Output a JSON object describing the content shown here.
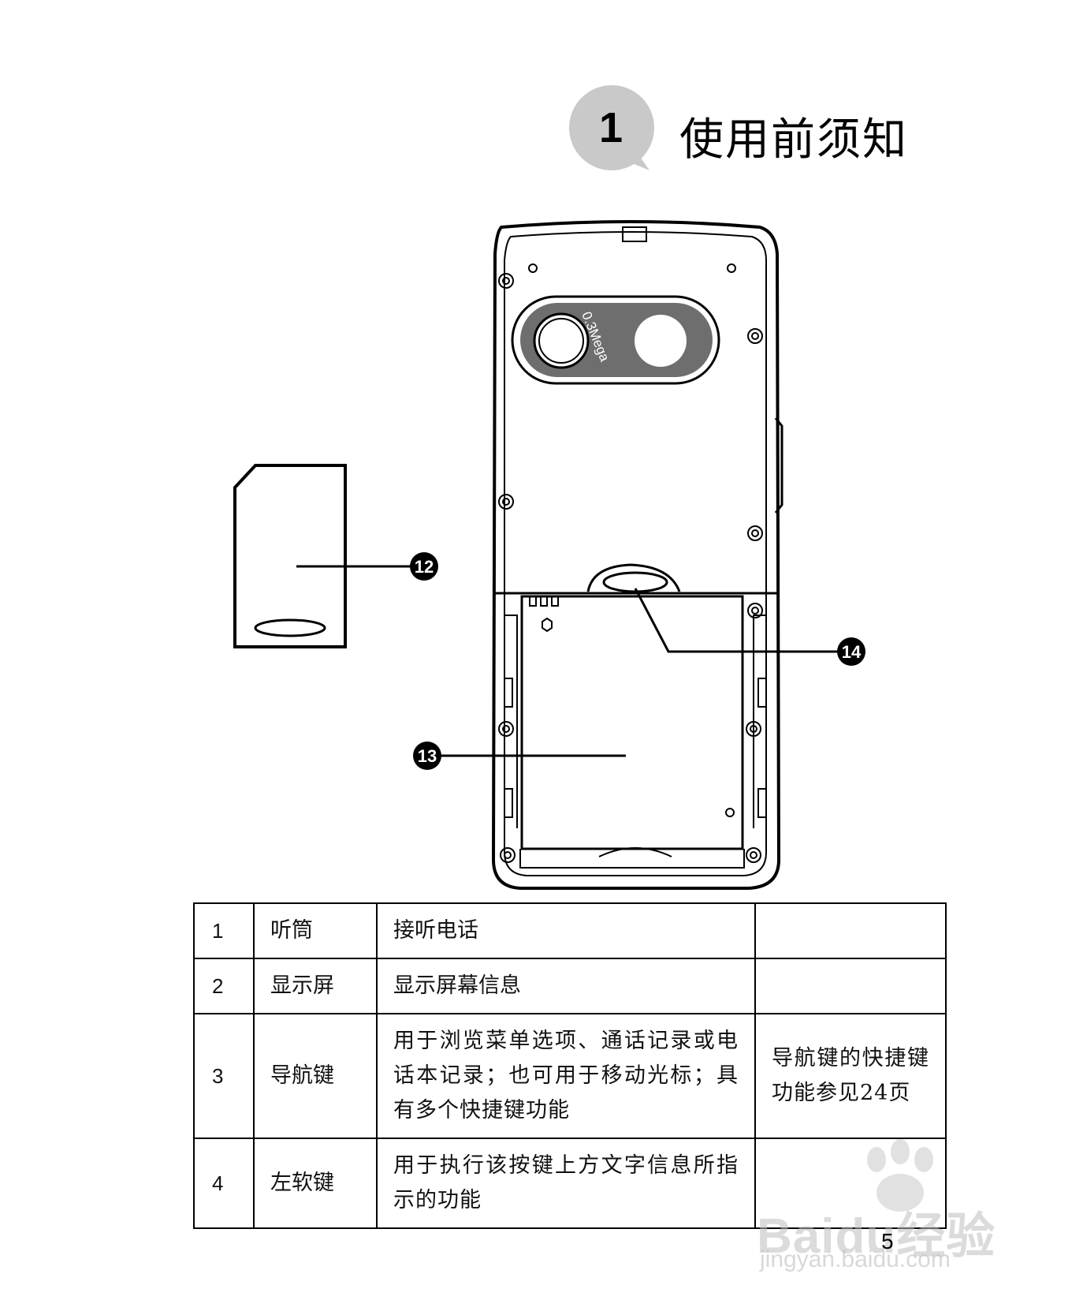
{
  "header": {
    "chapter_number": "1",
    "chapter_title": "使用前须知"
  },
  "figure": {
    "camera_label": "0.3Mega",
    "callouts": [
      "12",
      "13",
      "14"
    ]
  },
  "table": {
    "rows": [
      {
        "num": "1",
        "name": "听筒",
        "desc": "接听电话",
        "note": ""
      },
      {
        "num": "2",
        "name": "显示屏",
        "desc": "显示屏幕信息",
        "note": ""
      },
      {
        "num": "3",
        "name": "导航键",
        "desc": "用于浏览菜单选项、通话记录或电话本记录；也可用于移动光标；具有多个快捷键功能",
        "note": "导航键的快捷键功能参见24页"
      },
      {
        "num": "4",
        "name": "左软键",
        "desc": "用于执行该按键上方文字信息所指示的功能",
        "note": ""
      }
    ]
  },
  "page_number": "5",
  "watermark": {
    "brand": "Baidu经验",
    "url": "jingyan.baidu.com"
  }
}
